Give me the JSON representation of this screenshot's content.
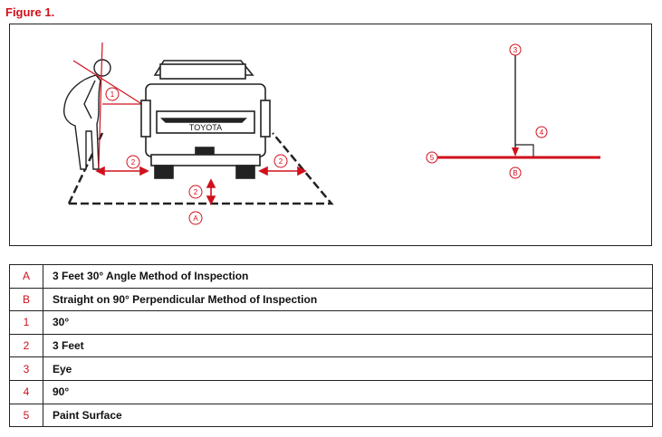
{
  "figure_title": "Figure 1.",
  "truck_label": "TOYOTA",
  "callouts": {
    "eye_angle": "1",
    "distance": "2",
    "eye": "3",
    "right_angle": "4",
    "paint_surface": "5",
    "method_a": "A",
    "method_b": "B"
  },
  "legend": [
    {
      "key": "A",
      "text": "3 Feet 30° Angle Method of Inspection"
    },
    {
      "key": "B",
      "text": "Straight on 90° Perpendicular Method of Inspection"
    },
    {
      "key": "1",
      "text": "30°"
    },
    {
      "key": "2",
      "text": "3 Feet"
    },
    {
      "key": "3",
      "text": "Eye"
    },
    {
      "key": "4",
      "text": "90°"
    },
    {
      "key": "5",
      "text": "Paint Surface"
    }
  ],
  "colors": {
    "accent": "#d0101c",
    "line": "#222222"
  }
}
